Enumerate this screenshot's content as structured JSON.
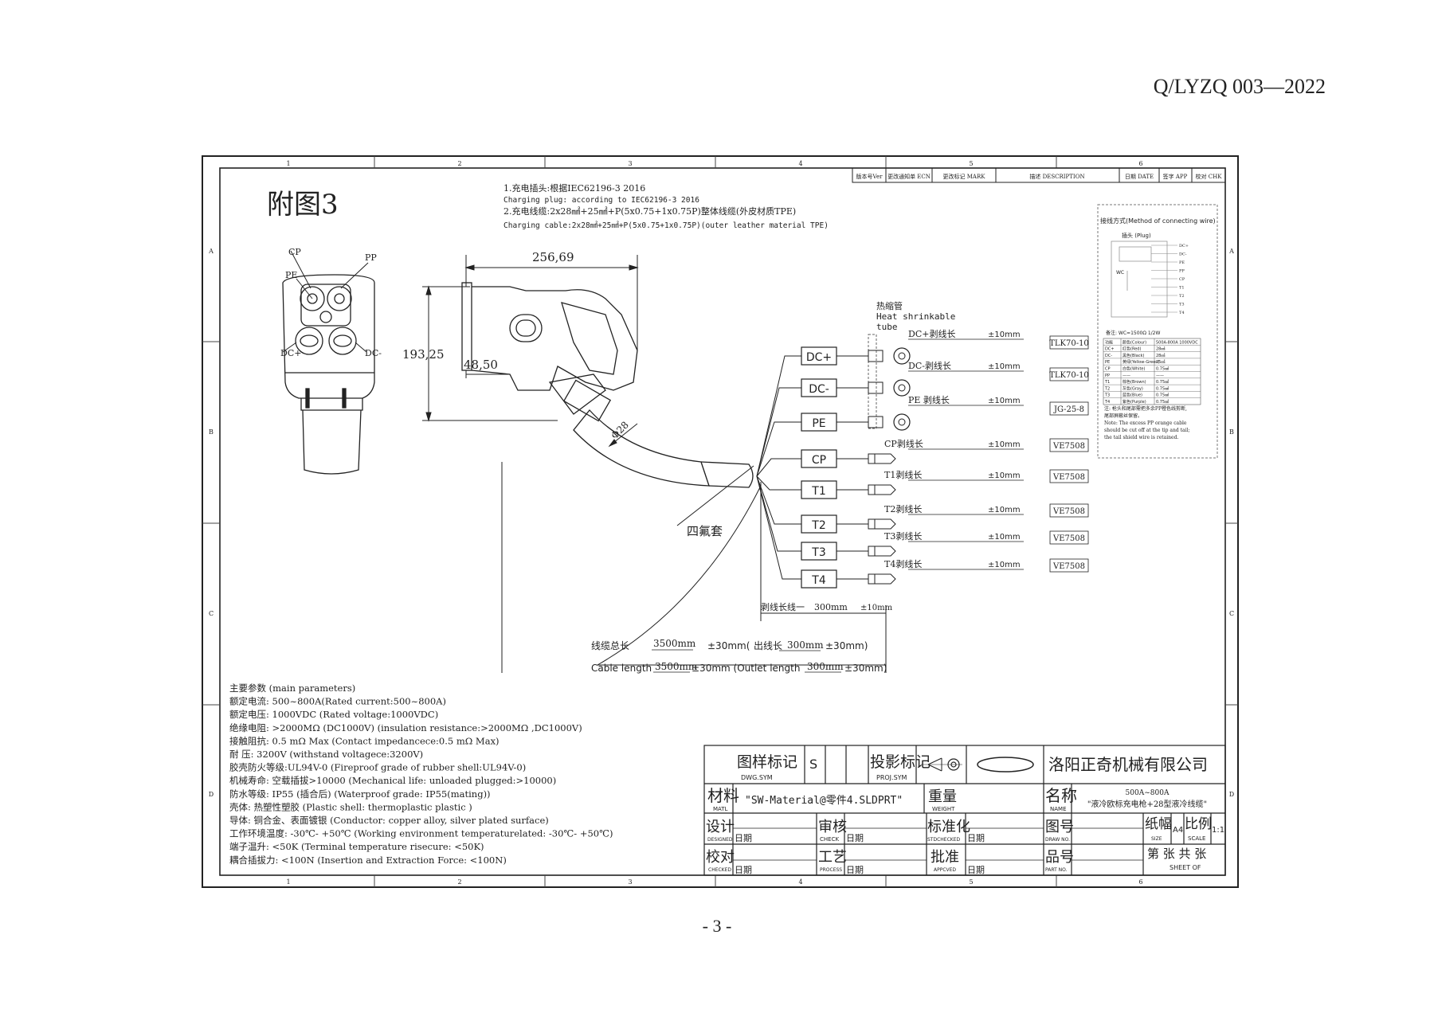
{
  "header": {
    "doc_code": "Q/LYZQ 003—2022"
  },
  "page_number": "- 3 -",
  "frame": {
    "cols": [
      "1",
      "2",
      "3",
      "4",
      "5",
      "6"
    ],
    "rows": [
      "A",
      "B",
      "C",
      "D"
    ]
  },
  "revision_table": {
    "headers": [
      "版本号Ver",
      "更改通知单 ECN",
      "更改标记 MARK",
      "描述 DESCRIPTION",
      "日期 DATE",
      "签字 APP",
      "校对 CHK"
    ]
  },
  "figure_title": "附图3",
  "notes": [
    "1.充电插头:根据IEC62196-3 2016",
    "Charging plug: according to IEC62196-3 2016",
    "2.充电线缆:2x28㎟+25㎟+P(5x0.75+1x0.75P)整体线缆(外皮材质TPE)",
    "Charging cable:2x28㎟+25㎟+P(5x0.75+1x0.75P)(outer leather material TPE)"
  ],
  "front_view": {
    "CP": "CP",
    "PP": "PP",
    "PE": "PE",
    "DCp": "DC+",
    "DCm": "DC-"
  },
  "dims": {
    "width": "256,69",
    "height": "193,25",
    "small": "48,50",
    "diameter": "Φ28"
  },
  "heat_shrink": [
    "热缩管",
    "Heat shrinkable",
    "tube"
  ],
  "teflon": "四氟套",
  "wires": [
    {
      "label": "DC+",
      "strip": "DC+剥线长",
      "tol": "±10mm",
      "terminal": "TLK70-10"
    },
    {
      "label": "DC-",
      "strip": "DC-剥线长",
      "tol": "±10mm",
      "terminal": "TLK70-10"
    },
    {
      "label": "PE",
      "strip": "PE 剥线长",
      "tol": "±10mm",
      "terminal": "JG-25-8"
    },
    {
      "label": "CP",
      "strip": "CP剥线长",
      "tol": "±10mm",
      "terminal": "VE7508"
    },
    {
      "label": "T1",
      "strip": "T1剥线长",
      "tol": "±10mm",
      "terminal": "VE7508"
    },
    {
      "label": "T2",
      "strip": "T2剥线长",
      "tol": "±10mm",
      "terminal": "VE7508"
    },
    {
      "label": "T3",
      "strip": "T3剥线长",
      "tol": "±10mm",
      "terminal": "VE7508"
    },
    {
      "label": "T4",
      "strip": "T4剥线长",
      "tol": "±10mm",
      "terminal": "VE7508"
    }
  ],
  "strip_length": {
    "label": "剥线长线一",
    "value": "300mm",
    "tol": "±10mm"
  },
  "cable_length_cn": {
    "label": "线缆总长",
    "value": "3500mm",
    "tol": "±30mm(",
    "outlet_label": "出线长",
    "outlet_value": "300mm",
    "outlet_tol": "±30mm)"
  },
  "cable_length_en": {
    "label": "Cable length",
    "value": "3500mm",
    "tol": "±30mm (Outlet length",
    "outlet_value": "300mm",
    "outlet_tol": "±30mm)"
  },
  "wiring_box": {
    "title": "接线方式(Method of connecting wire)",
    "plug": "插头 (Plug)",
    "pins": [
      "DC+",
      "DC-",
      "PE",
      "PP",
      "CP",
      "T1",
      "T2",
      "T3",
      "T4"
    ],
    "wc": "WC",
    "remark": "备注: WC=1500Ω 1/2W",
    "table_headers": [
      "功能",
      "颜色(Colour)",
      "500A-800A 1000VDC"
    ],
    "table_rows": [
      [
        "DC+",
        "红色(Red)",
        "28㎟"
      ],
      [
        "DC-",
        "黑色(Black)",
        "28㎟"
      ],
      [
        "PE",
        "黄绿(Yellow-Green)",
        "25㎟"
      ],
      [
        "CP",
        "白色(White)",
        "0.75㎟"
      ],
      [
        "PP",
        "——",
        "——"
      ],
      [
        "T1",
        "棕色(Brown)",
        "0.75㎟"
      ],
      [
        "T2",
        "灰色(Gray)",
        "0.75㎟"
      ],
      [
        "T3",
        "蓝色(Blue)",
        "0.75㎟"
      ],
      [
        "T4",
        "紫色(Purple)",
        "0.75㎟"
      ]
    ],
    "note_lines": [
      "注: 枪头和尾部需把多余PP橙色线剪断, ",
      "尾部屏蔽丝保留。",
      "Note: The excess PP orange cable",
      "should be cut off at the tip and tail;",
      "the tail shield wire is retained."
    ]
  },
  "main_params": [
    "主要参数 (main parameters)",
    "额定电流: 500~800A(Rated current:500~800A)",
    "额定电压: 1000VDC (Rated voltage:1000VDC)",
    "绝缘电阻: >2000MΩ (DC1000V) (insulation resistance:>2000MΩ ,DC1000V)",
    "接触阻抗: 0.5 mΩ Max (Contact impedancece:0.5 mΩ Max)",
    "耐    压: 3200V (withstand voltagece:3200V)",
    "胶壳防火等级:UL94V-0 (Fireproof grade of rubber shell:UL94V-0)",
    "机械寿命: 空载插拔>10000 (Mechanical life: unloaded plugged:>10000)",
    "防水等级: IP55 (插合后) (Waterproof grade: IP55(mating))",
    "壳体: 热塑性塑胶 (Plastic shell: thermoplastic plastic )",
    "导体: 铜合金、表面镀银 (Conductor: copper alloy, silver plated surface)",
    "工作环境温度: -30℃- +50℃ (Working environment temperaturelated: -30℃- +50℃)",
    "端子温升: <50K (Terminal temperature risecure: <50K)",
    "耦合插拔力: <100N (Insertion and Extraction Force: <100N)"
  ],
  "title_block": {
    "dwg_sym_cn": "图样标记",
    "dwg_sym_en": "DWG.SYM",
    "dwg_sym_val": "S",
    "proj_sym_cn": "投影标记",
    "proj_sym_en": "PROJ.SYM",
    "company": "洛阳正奇机械有限公司",
    "material_cn": "材料",
    "material_en": "MATL",
    "material_val": "\"SW-Material@零件4.SLDPRT\"",
    "weight_cn": "重量",
    "weight_en": "WEIGHT",
    "name_cn": "名称",
    "name_en": "NAME",
    "name_val1": "500A~800A",
    "name_val2": "\"液冷欧标充电枪+28型液冷线缆\"",
    "design_cn": "设计",
    "design_en": "DESIGNED",
    "check_cn": "审核",
    "check_en": "CHECK",
    "std_cn": "标准化",
    "std_en": "STDCHECKED",
    "drawno_cn": "图号",
    "drawno_en": "DRAW NO.",
    "size_cn": "纸幅",
    "size_en": "SIZE",
    "size_val": "A4",
    "scale_cn": "比例",
    "scale_en": "SCALE",
    "scale_val": "1:1",
    "checked_cn": "校对",
    "checked_en": "CHECKED",
    "process_cn": "工艺",
    "process_en": "PROCESS",
    "approved_cn": "批准",
    "approved_en": "APPCVED",
    "partno_cn": "品号",
    "partno_en": "PART NO.",
    "date": "日期",
    "sheet_cn": "第    张  共   张",
    "sheet_en": "SHEET  OF"
  }
}
